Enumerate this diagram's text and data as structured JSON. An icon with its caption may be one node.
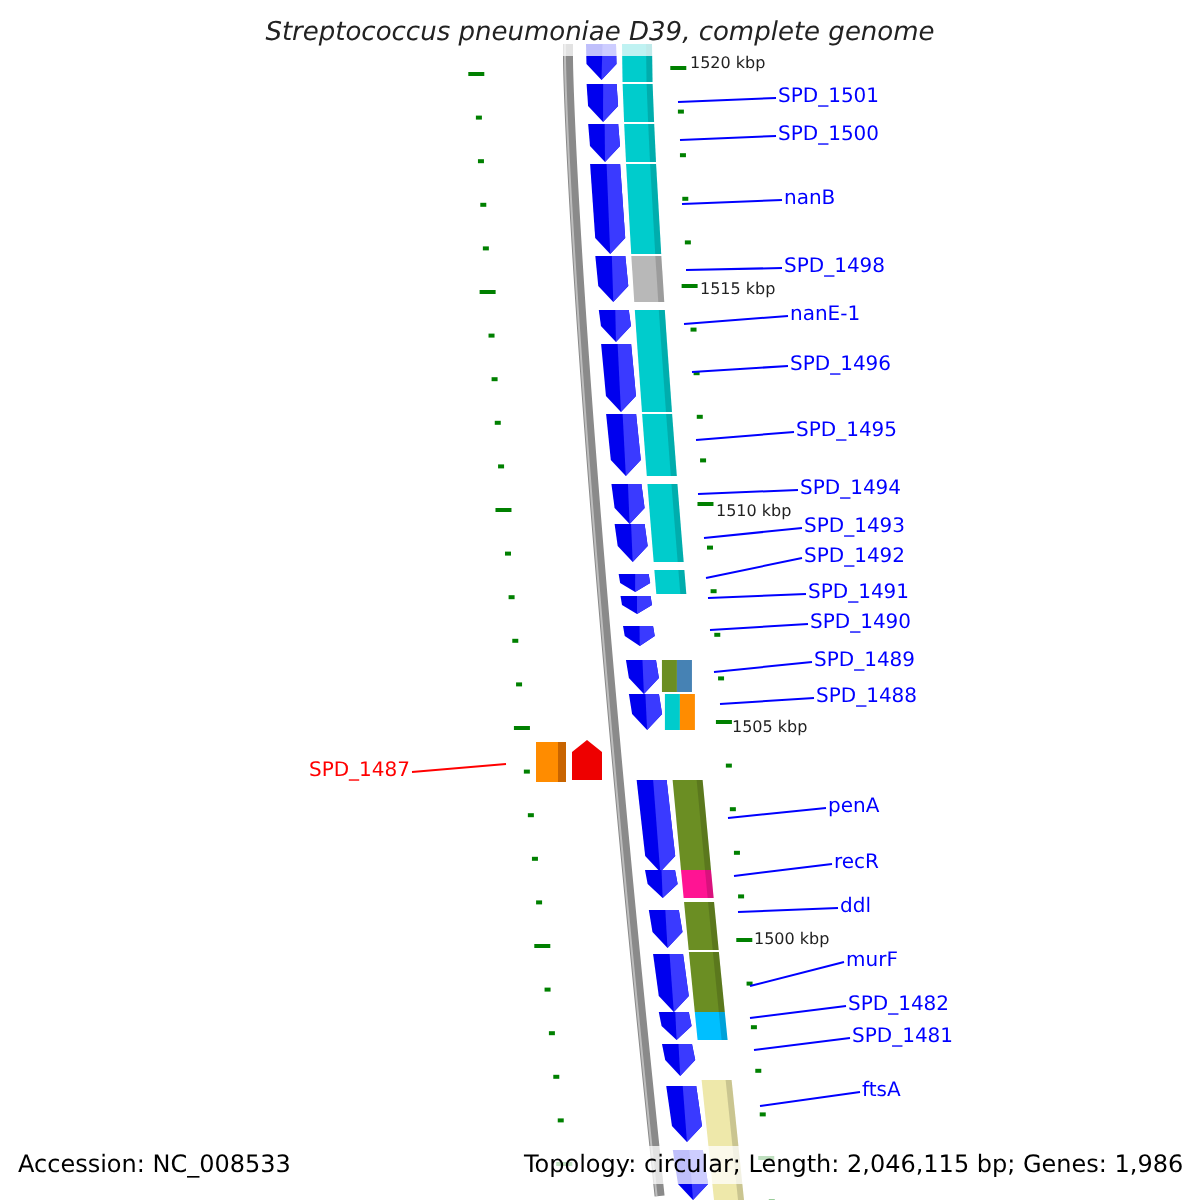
{
  "diagram": {
    "title": "Streptococcus pneumoniae D39, complete genome",
    "nodes": [
      {
        "text": [
          "SPD_1501"
        ]
      },
      {
        "text": [
          "SPD_1500"
        ]
      },
      {
        "text": [
          "nanB"
        ]
      },
      {
        "text": [
          "SPD_1498"
        ]
      },
      {
        "text": [
          "nanE-1"
        ]
      },
      {
        "text": [
          "SPD_1496"
        ]
      },
      {
        "text": [
          "SPD_1495"
        ]
      },
      {
        "text": [
          "SPD_1494"
        ]
      },
      {
        "text": [
          "SPD_1493"
        ]
      },
      {
        "text": [
          "SPD_1492"
        ]
      },
      {
        "text": [
          "SPD_1491"
        ]
      },
      {
        "text": [
          "SPD_1490"
        ]
      },
      {
        "text": [
          "SPD_1489"
        ]
      },
      {
        "text": [
          "SPD_1488"
        ]
      },
      {
        "text": [
          "SPD_1487"
        ]
      },
      {
        "text": [
          "penA"
        ]
      },
      {
        "text": [
          "recR"
        ]
      },
      {
        "text": [
          "ddl"
        ]
      },
      {
        "text": [
          "murF"
        ]
      },
      {
        "text": [
          "SPD_1482"
        ]
      },
      {
        "text": [
          "SPD_1481"
        ]
      },
      {
        "text": [
          "ftsA"
        ]
      }
    ],
    "edges": [
      {
        "from": 0,
        "to": null,
        "arrow": "none"
      },
      {
        "from": 1,
        "to": null,
        "arrow": "none"
      },
      {
        "from": 2,
        "to": null,
        "arrow": "none"
      },
      {
        "from": 3,
        "to": null,
        "arrow": "none"
      },
      {
        "from": 4,
        "to": null,
        "arrow": "none"
      },
      {
        "from": 5,
        "to": null,
        "arrow": "none"
      },
      {
        "from": 6,
        "to": null,
        "arrow": "none"
      },
      {
        "from": 7,
        "to": null,
        "arrow": "none"
      },
      {
        "from": 8,
        "to": null,
        "arrow": "none"
      },
      {
        "from": 9,
        "to": null,
        "arrow": "none"
      },
      {
        "from": 10,
        "to": null,
        "arrow": "none"
      },
      {
        "from": 11,
        "to": null,
        "arrow": "none"
      },
      {
        "from": 12,
        "to": null,
        "arrow": "none"
      },
      {
        "from": 13,
        "to": null,
        "arrow": "none"
      },
      {
        "from": 14,
        "to": null,
        "arrow": "none",
        "color": "#ff0000"
      },
      {
        "from": 15,
        "to": null,
        "arrow": "none"
      },
      {
        "from": 16,
        "to": null,
        "arrow": "none"
      },
      {
        "from": 17,
        "to": null,
        "arrow": "none"
      },
      {
        "from": 18,
        "to": null,
        "arrow": "none"
      },
      {
        "from": 19,
        "to": null,
        "arrow": "none"
      },
      {
        "from": 20,
        "to": null,
        "arrow": "none"
      },
      {
        "from": 21,
        "to": null,
        "arrow": "none"
      }
    ],
    "labels": [
      "1520 kbp",
      "1515 kbp",
      "1510 kbp",
      "1505 kbp",
      "1500 kbp",
      "Accession: NC_008533",
      "Topology: circular; Length: 2,046,115 bp; Genes: 1,986"
    ]
  }
}
